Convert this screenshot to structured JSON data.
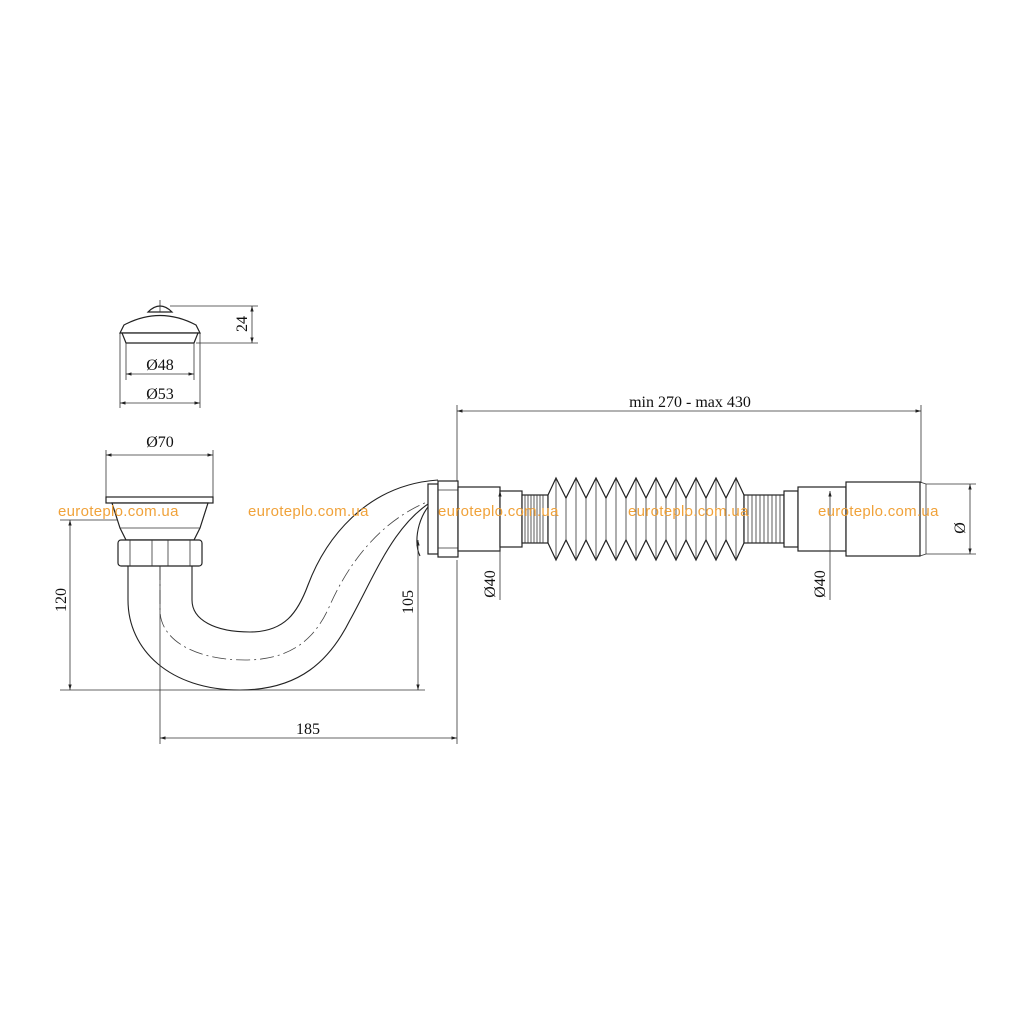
{
  "dimensions": {
    "plug_height": "24",
    "plug_inner_diameter": "Ø48",
    "plug_outer_diameter": "Ø53",
    "outlet_diameter": "Ø70",
    "overall_height": "120",
    "bend_height": "105",
    "horizontal_offset": "185",
    "hose_length": "min 270 - max 430",
    "left_hose_diameter": "Ø40",
    "right_hose_diameter": "Ø40",
    "end_diameter": "Ø"
  },
  "watermark": "euroteplo.com.ua",
  "colors": {
    "watermark": "#f0a23a",
    "line": "#222222",
    "background": "#ffffff"
  }
}
